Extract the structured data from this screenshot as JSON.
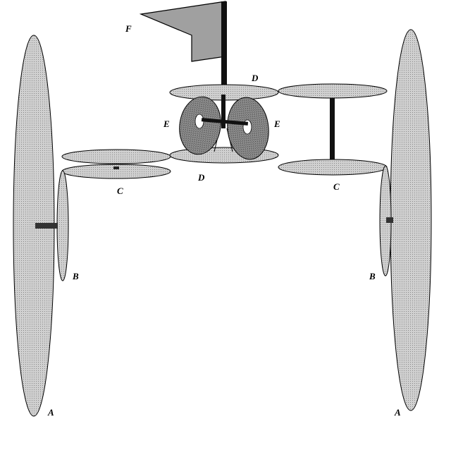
{
  "labels": {
    "a_left": "A",
    "a_right": "A",
    "b_left": "B",
    "b_right": "B",
    "c_left": "C",
    "c_right": "C",
    "d_top": "D",
    "d_bottom": "D",
    "e_left": "E",
    "e_right": "E",
    "f_flag": "F"
  },
  "colors": {
    "disc_fill": "#c8c8c8",
    "wheel_fill": "#8c8c8c",
    "flag_fill": "#a0a0a0",
    "stroke": "#000000",
    "rod": "#1a1a1a"
  }
}
